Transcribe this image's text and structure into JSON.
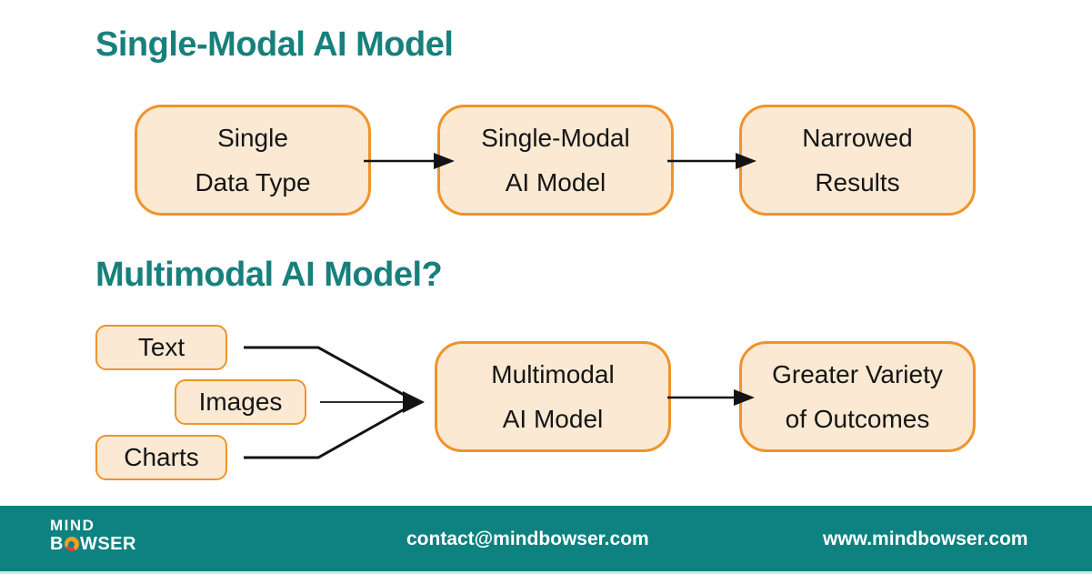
{
  "colors": {
    "heading_teal": "#17807c",
    "node_fill": "#fbe9d3",
    "node_border": "#f09329",
    "connector_black": "#131313",
    "footer_background": "#0d8280",
    "footer_text": "#ffffff",
    "footer_bottom_strip": "#cfe8e7",
    "logo_orange": "#f59e1f",
    "logo_red": "#d6453a",
    "logo_gray": "#8a9097"
  },
  "sections": {
    "single_modal": {
      "title": "Single-Modal AI Model",
      "nodes": [
        {
          "lines": [
            "Single",
            "Data Type"
          ]
        },
        {
          "lines": [
            "Single-Modal",
            "AI Model"
          ]
        },
        {
          "lines": [
            "Narrowed",
            "Results"
          ]
        }
      ]
    },
    "multimodal": {
      "title": "Multimodal AI Model?",
      "inputs": [
        "Text",
        "Images",
        "Charts"
      ],
      "nodes": [
        {
          "lines": [
            "Multimodal",
            "AI Model"
          ]
        },
        {
          "lines": [
            "Greater Variety",
            "of Outcomes"
          ]
        }
      ]
    }
  },
  "footer": {
    "logo": {
      "line1": "MIND",
      "line2_prefix": "B",
      "line2_suffix": "WSER"
    },
    "email": "contact@mindbowser.com",
    "website": "www.mindbowser.com"
  }
}
